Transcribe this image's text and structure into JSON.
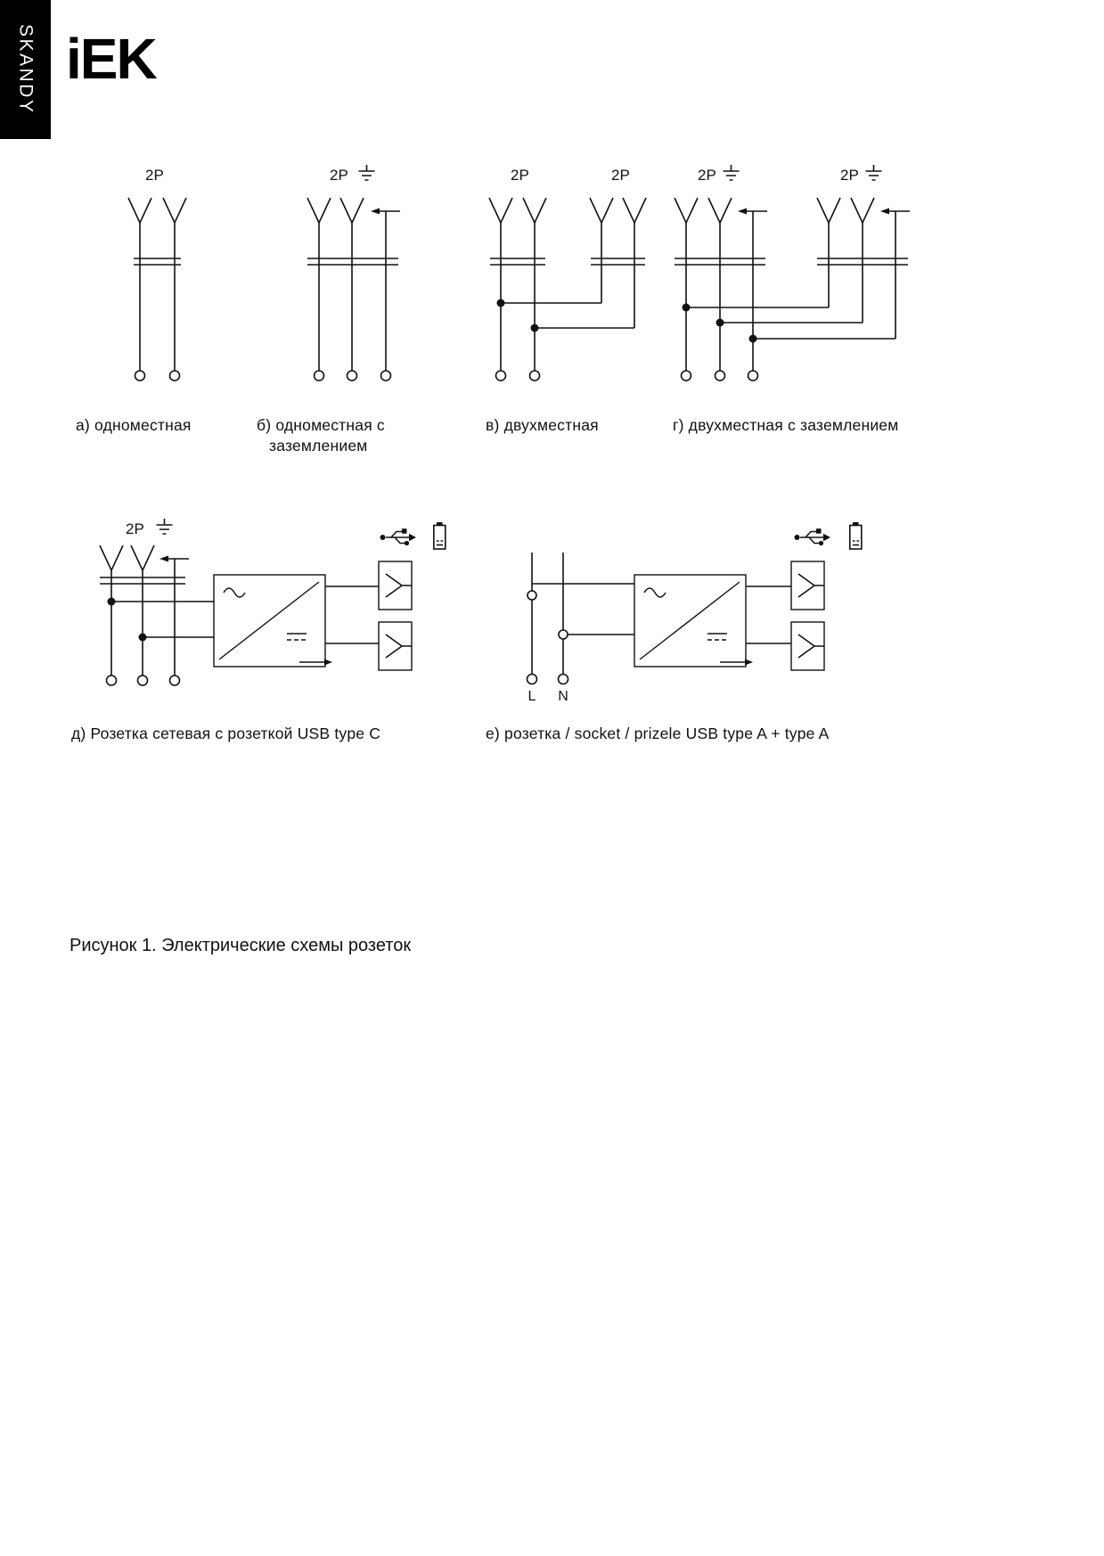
{
  "page": {
    "series_tab": "SKANDY",
    "logo_text": "iEK",
    "figure_caption": "Рисунок 1. Электрические схемы розеток"
  },
  "icons": {
    "ground": "ground-earth-symbol",
    "usb": "usb-trident-symbol",
    "battery": "battery-charge-symbol"
  },
  "colors": {
    "line": "#111111",
    "tab_background": "#000000",
    "page_background": "#ffffff"
  },
  "diagrams": {
    "a": {
      "pole_label": "2P",
      "caption": "а) одноместная"
    },
    "b": {
      "pole_label": "2P",
      "caption_line1": "б) одноместная с",
      "caption_line2": "заземлением"
    },
    "v": {
      "pole_label_left": "2P",
      "pole_label_right": "2P",
      "caption": "в) двухместная"
    },
    "g": {
      "pole_label_left": "2P",
      "pole_label_right": "2P",
      "caption": "г) двухместная с заземлением"
    },
    "d": {
      "pole_label": "2P",
      "caption": "д) Розетка сетевая с розеткой USB type C"
    },
    "e": {
      "line_label": "L",
      "neutral_label": "N",
      "caption": "е) розетка / socket / prizele USB type A + type A"
    }
  }
}
